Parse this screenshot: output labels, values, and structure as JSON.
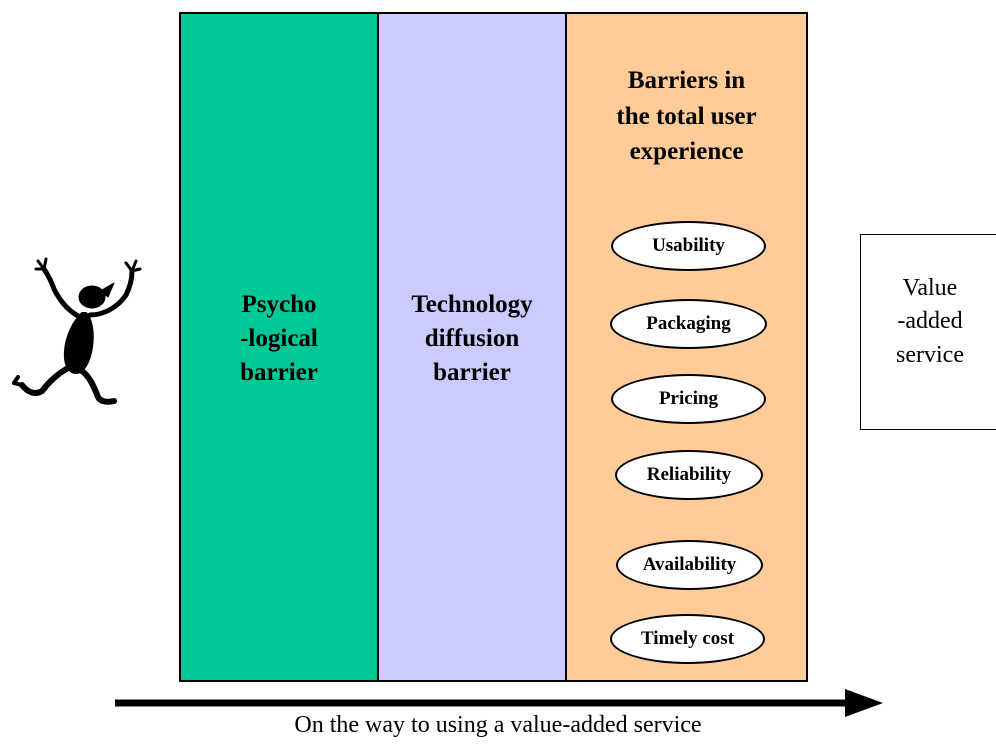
{
  "columns": {
    "psychological": {
      "label": "Psycho\n-logical\nbarrier",
      "color": "#00c896"
    },
    "technology": {
      "label": "Technology\ndiffusion\nbarrier",
      "color": "#cccbff"
    },
    "total_experience": {
      "title": "Barriers in\nthe total user\nexperience",
      "color": "#ffcc99",
      "items": [
        "Usability",
        "Packaging",
        "Pricing",
        "Reliability",
        "Availability",
        "Timely cost"
      ]
    }
  },
  "value_box": {
    "label": "Value\n-added\nservice"
  },
  "caption": "On the way to using a value-added service",
  "icons": {
    "figure": "running-person-icon",
    "arrow": "right-arrow-icon"
  }
}
